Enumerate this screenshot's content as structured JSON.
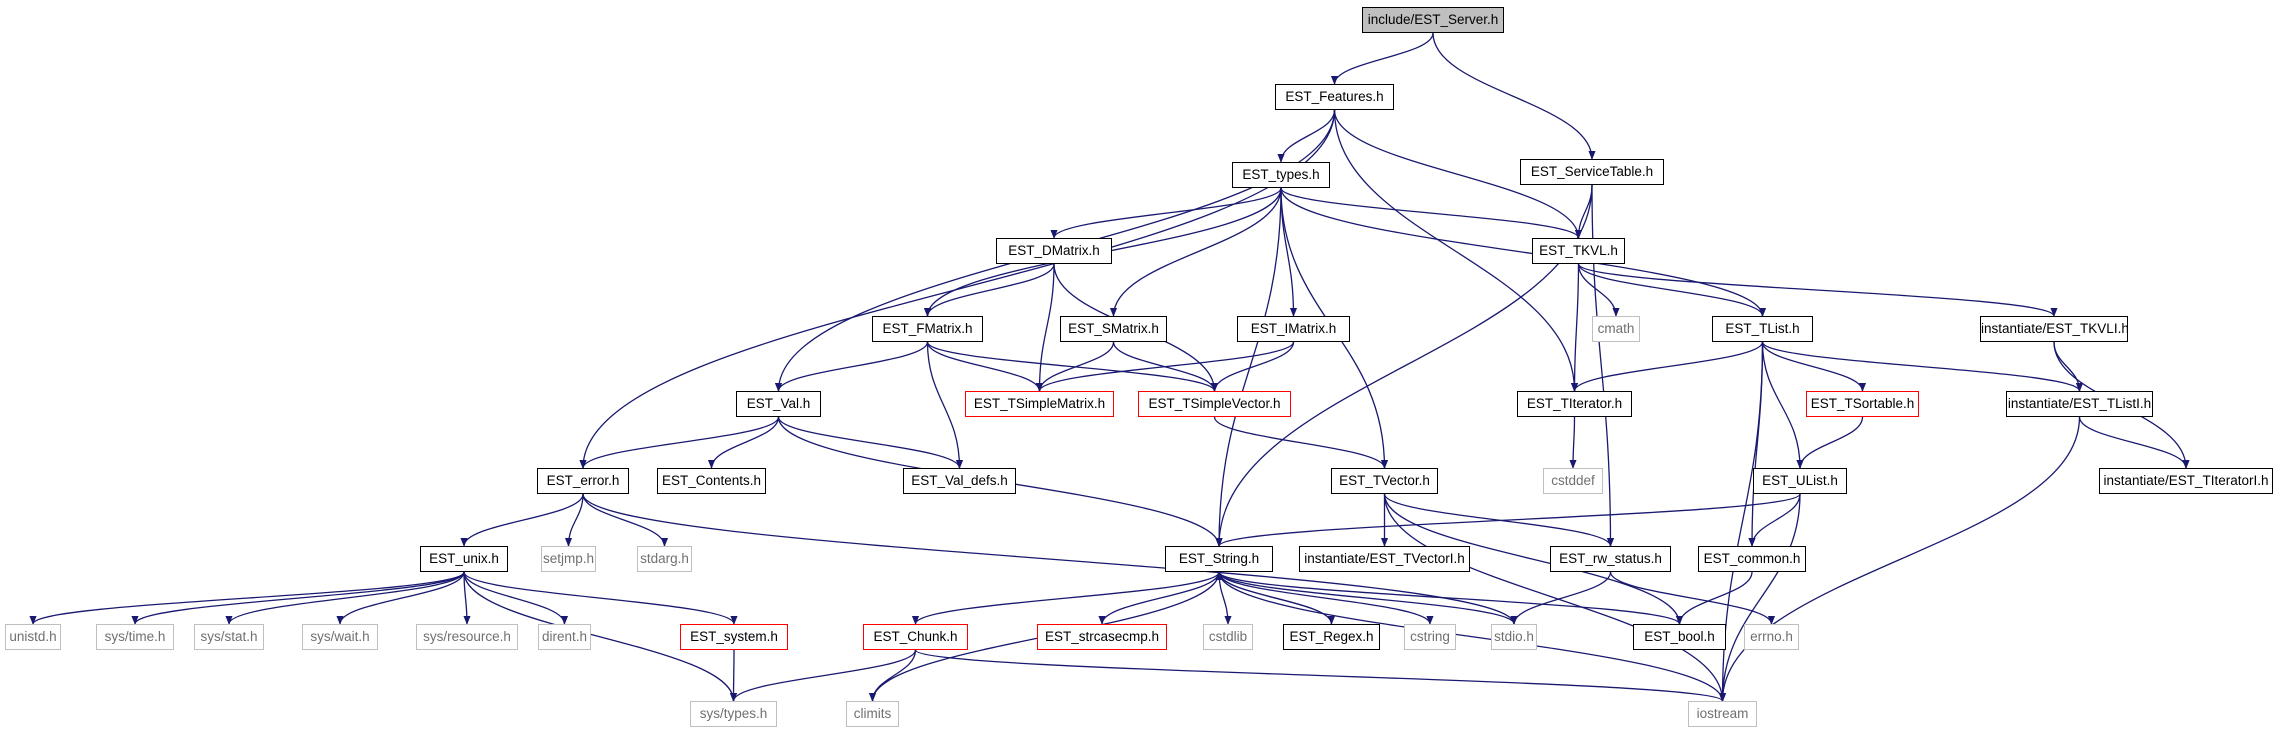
{
  "diagram": {
    "colors": {
      "edge": "#191970",
      "black_border": "#000000",
      "red_border": "#ff0000",
      "gray_border": "#bfbfbf",
      "root_fill": "#bfbfbf"
    },
    "nodes": [
      {
        "id": "server",
        "label": "include/EST_Server.h",
        "style": "root"
      },
      {
        "id": "features",
        "label": "EST_Features.h",
        "style": "black"
      },
      {
        "id": "servicetable",
        "label": "EST_ServiceTable.h",
        "style": "black"
      },
      {
        "id": "types",
        "label": "EST_types.h",
        "style": "black"
      },
      {
        "id": "tkvl",
        "label": "EST_TKVL.h",
        "style": "black"
      },
      {
        "id": "dmatrix",
        "label": "EST_DMatrix.h",
        "style": "black"
      },
      {
        "id": "fmatrix",
        "label": "EST_FMatrix.h",
        "style": "black"
      },
      {
        "id": "smatrix",
        "label": "EST_SMatrix.h",
        "style": "black"
      },
      {
        "id": "imatrix",
        "label": "EST_IMatrix.h",
        "style": "black"
      },
      {
        "id": "cmath",
        "label": "cmath",
        "style": "gray"
      },
      {
        "id": "tlist",
        "label": "EST_TList.h",
        "style": "black"
      },
      {
        "id": "itkvli",
        "label": "instantiate/EST_TKVLI.h",
        "style": "black"
      },
      {
        "id": "val",
        "label": "EST_Val.h",
        "style": "black"
      },
      {
        "id": "tsimplematrix",
        "label": "EST_TSimpleMatrix.h",
        "style": "red"
      },
      {
        "id": "tsimplevector",
        "label": "EST_TSimpleVector.h",
        "style": "red"
      },
      {
        "id": "titerator",
        "label": "EST_TIterator.h",
        "style": "black"
      },
      {
        "id": "tsortable",
        "label": "EST_TSortable.h",
        "style": "red"
      },
      {
        "id": "itlisti",
        "label": "instantiate/EST_TListI.h",
        "style": "black"
      },
      {
        "id": "error",
        "label": "EST_error.h",
        "style": "black"
      },
      {
        "id": "contents",
        "label": "EST_Contents.h",
        "style": "black"
      },
      {
        "id": "valdefs",
        "label": "EST_Val_defs.h",
        "style": "black"
      },
      {
        "id": "tvector",
        "label": "EST_TVector.h",
        "style": "black"
      },
      {
        "id": "cstddef",
        "label": "cstddef",
        "style": "gray"
      },
      {
        "id": "ulist",
        "label": "EST_UList.h",
        "style": "black"
      },
      {
        "id": "iiteratori",
        "label": "instantiate/EST_TIteratorI.h",
        "style": "black"
      },
      {
        "id": "unix",
        "label": "EST_unix.h",
        "style": "black"
      },
      {
        "id": "setjmp",
        "label": "setjmp.h",
        "style": "gray"
      },
      {
        "id": "stdarg",
        "label": "stdarg.h",
        "style": "gray"
      },
      {
        "id": "string",
        "label": "EST_String.h",
        "style": "black"
      },
      {
        "id": "itvectori",
        "label": "instantiate/EST_TVectorI.h",
        "style": "black"
      },
      {
        "id": "rwstatus",
        "label": "EST_rw_status.h",
        "style": "black"
      },
      {
        "id": "common",
        "label": "EST_common.h",
        "style": "black"
      },
      {
        "id": "unistd",
        "label": "unistd.h",
        "style": "gray"
      },
      {
        "id": "systime",
        "label": "sys/time.h",
        "style": "gray"
      },
      {
        "id": "sysstat",
        "label": "sys/stat.h",
        "style": "gray"
      },
      {
        "id": "syswait",
        "label": "sys/wait.h",
        "style": "gray"
      },
      {
        "id": "sysresource",
        "label": "sys/resource.h",
        "style": "gray"
      },
      {
        "id": "dirent",
        "label": "dirent.h",
        "style": "gray"
      },
      {
        "id": "system",
        "label": "EST_system.h",
        "style": "red"
      },
      {
        "id": "chunk",
        "label": "EST_Chunk.h",
        "style": "red"
      },
      {
        "id": "strcasecmp",
        "label": "EST_strcasecmp.h",
        "style": "red"
      },
      {
        "id": "cstdlib",
        "label": "cstdlib",
        "style": "gray"
      },
      {
        "id": "regex",
        "label": "EST_Regex.h",
        "style": "black"
      },
      {
        "id": "cstring",
        "label": "cstring",
        "style": "gray"
      },
      {
        "id": "stdio",
        "label": "stdio.h",
        "style": "gray"
      },
      {
        "id": "bool",
        "label": "EST_bool.h",
        "style": "black"
      },
      {
        "id": "errno",
        "label": "errno.h",
        "style": "gray"
      },
      {
        "id": "systypes",
        "label": "sys/types.h",
        "style": "gray"
      },
      {
        "id": "climits",
        "label": "climits",
        "style": "gray"
      },
      {
        "id": "iostream",
        "label": "iostream",
        "style": "gray"
      }
    ],
    "edges": [
      [
        "server",
        "features"
      ],
      [
        "server",
        "servicetable"
      ],
      [
        "features",
        "types"
      ],
      [
        "features",
        "tkvl"
      ],
      [
        "features",
        "titerator"
      ],
      [
        "features",
        "val"
      ],
      [
        "features",
        "error"
      ],
      [
        "servicetable",
        "tkvl"
      ],
      [
        "servicetable",
        "string"
      ],
      [
        "servicetable",
        "rwstatus"
      ],
      [
        "types",
        "dmatrix"
      ],
      [
        "types",
        "fmatrix"
      ],
      [
        "types",
        "smatrix"
      ],
      [
        "types",
        "imatrix"
      ],
      [
        "types",
        "tvector"
      ],
      [
        "types",
        "tkvl"
      ],
      [
        "types",
        "tlist"
      ],
      [
        "types",
        "string"
      ],
      [
        "tkvl",
        "cmath"
      ],
      [
        "tkvl",
        "tlist"
      ],
      [
        "tkvl",
        "titerator"
      ],
      [
        "tkvl",
        "itkvli"
      ],
      [
        "dmatrix",
        "fmatrix"
      ],
      [
        "dmatrix",
        "tsimplematrix"
      ],
      [
        "dmatrix",
        "tsimplevector"
      ],
      [
        "fmatrix",
        "val"
      ],
      [
        "fmatrix",
        "valdefs"
      ],
      [
        "fmatrix",
        "tsimplematrix"
      ],
      [
        "fmatrix",
        "tsimplevector"
      ],
      [
        "smatrix",
        "tsimplematrix"
      ],
      [
        "smatrix",
        "tsimplevector"
      ],
      [
        "imatrix",
        "tsimplematrix"
      ],
      [
        "imatrix",
        "tsimplevector"
      ],
      [
        "tsimplevector",
        "tvector"
      ],
      [
        "tlist",
        "titerator"
      ],
      [
        "tlist",
        "tsortable"
      ],
      [
        "tlist",
        "ulist"
      ],
      [
        "tlist",
        "common"
      ],
      [
        "tlist",
        "itlisti"
      ],
      [
        "tlist",
        "iostream"
      ],
      [
        "itkvli",
        "itlisti"
      ],
      [
        "itkvli",
        "iiteratori"
      ],
      [
        "itlisti",
        "iiteratori"
      ],
      [
        "itlisti",
        "iostream"
      ],
      [
        "val",
        "error"
      ],
      [
        "val",
        "contents"
      ],
      [
        "val",
        "valdefs"
      ],
      [
        "val",
        "string"
      ],
      [
        "titerator",
        "cstddef"
      ],
      [
        "tsortable",
        "ulist"
      ],
      [
        "ulist",
        "string"
      ],
      [
        "ulist",
        "common"
      ],
      [
        "ulist",
        "iostream"
      ],
      [
        "error",
        "unix"
      ],
      [
        "error",
        "setjmp"
      ],
      [
        "error",
        "stdarg"
      ],
      [
        "error",
        "stdio"
      ],
      [
        "tvector",
        "itvectori"
      ],
      [
        "tvector",
        "rwstatus"
      ],
      [
        "tvector",
        "bool"
      ],
      [
        "tvector",
        "iostream"
      ],
      [
        "rwstatus",
        "stdio"
      ],
      [
        "rwstatus",
        "errno"
      ],
      [
        "common",
        "bool"
      ],
      [
        "unix",
        "unistd"
      ],
      [
        "unix",
        "systime"
      ],
      [
        "unix",
        "sysstat"
      ],
      [
        "unix",
        "syswait"
      ],
      [
        "unix",
        "sysresource"
      ],
      [
        "unix",
        "dirent"
      ],
      [
        "unix",
        "system"
      ],
      [
        "unix",
        "systypes"
      ],
      [
        "system",
        "systypes"
      ],
      [
        "string",
        "chunk"
      ],
      [
        "string",
        "strcasecmp"
      ],
      [
        "string",
        "cstdlib"
      ],
      [
        "string",
        "regex"
      ],
      [
        "string",
        "cstring"
      ],
      [
        "string",
        "stdio"
      ],
      [
        "string",
        "bool"
      ],
      [
        "string",
        "climits"
      ],
      [
        "string",
        "iostream"
      ],
      [
        "regex",
        "string"
      ],
      [
        "chunk",
        "systypes"
      ],
      [
        "chunk",
        "climits"
      ],
      [
        "chunk",
        "iostream"
      ]
    ]
  }
}
